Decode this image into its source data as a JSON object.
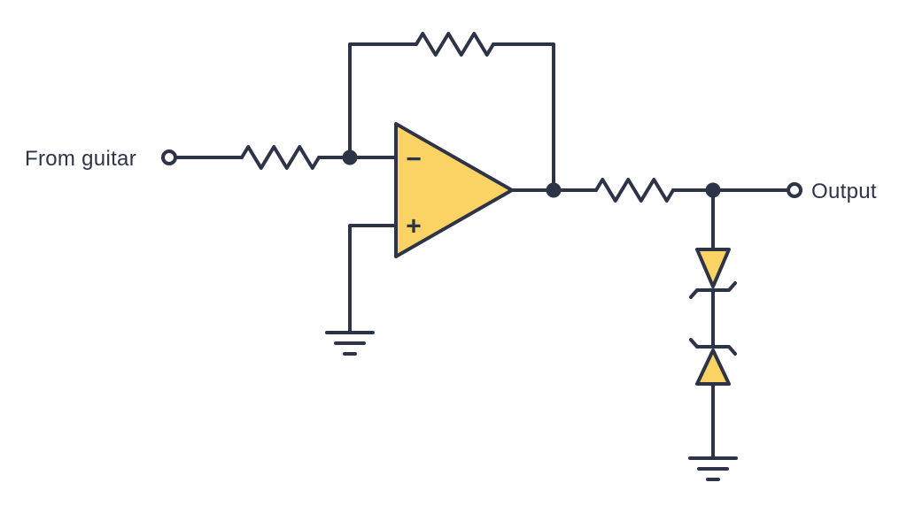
{
  "title": "Guitar clipping circuit schematic",
  "colors": {
    "line": "#2e3447",
    "component_fill": "#fbd365",
    "terminal_fill": "#ffffff",
    "background": "#ffffff"
  },
  "labels": {
    "from_guitar": "From guitar",
    "output": "Output",
    "opamp_inverting": "−",
    "opamp_noninverting": "+"
  },
  "components": {
    "opamp": "op-amp",
    "input_resistor": "resistor",
    "feedback_resistor": "resistor",
    "output_resistor": "resistor",
    "clipping_diodes": "back-to-back zener diodes",
    "ground_symbols": 2,
    "terminals": [
      "input",
      "output"
    ]
  }
}
